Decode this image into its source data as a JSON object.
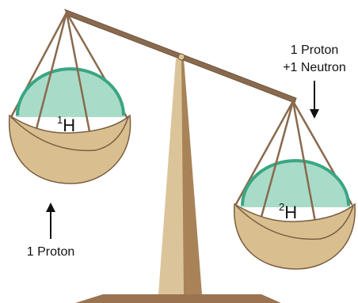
{
  "colors": {
    "beam": "#8a6a4e",
    "beam_dark": "#6e533c",
    "stand_light": "#dcc49a",
    "stand_dark": "#a88358",
    "base": "#9a7350",
    "pan_fill": "#d9bf8f",
    "pan_stroke": "#7a5e42",
    "sphere_fill": "#a8dcc8",
    "sphere_rim": "#3aa683",
    "arrow": "#111111"
  },
  "labels": {
    "left_sphere": {
      "superscript": "1",
      "symbol": "H"
    },
    "right_sphere": {
      "superscript": "2",
      "symbol": "H"
    },
    "left_caption": "1 Proton",
    "right_caption_line1": "1 Proton",
    "right_caption_line2": "+1 Neutron"
  }
}
